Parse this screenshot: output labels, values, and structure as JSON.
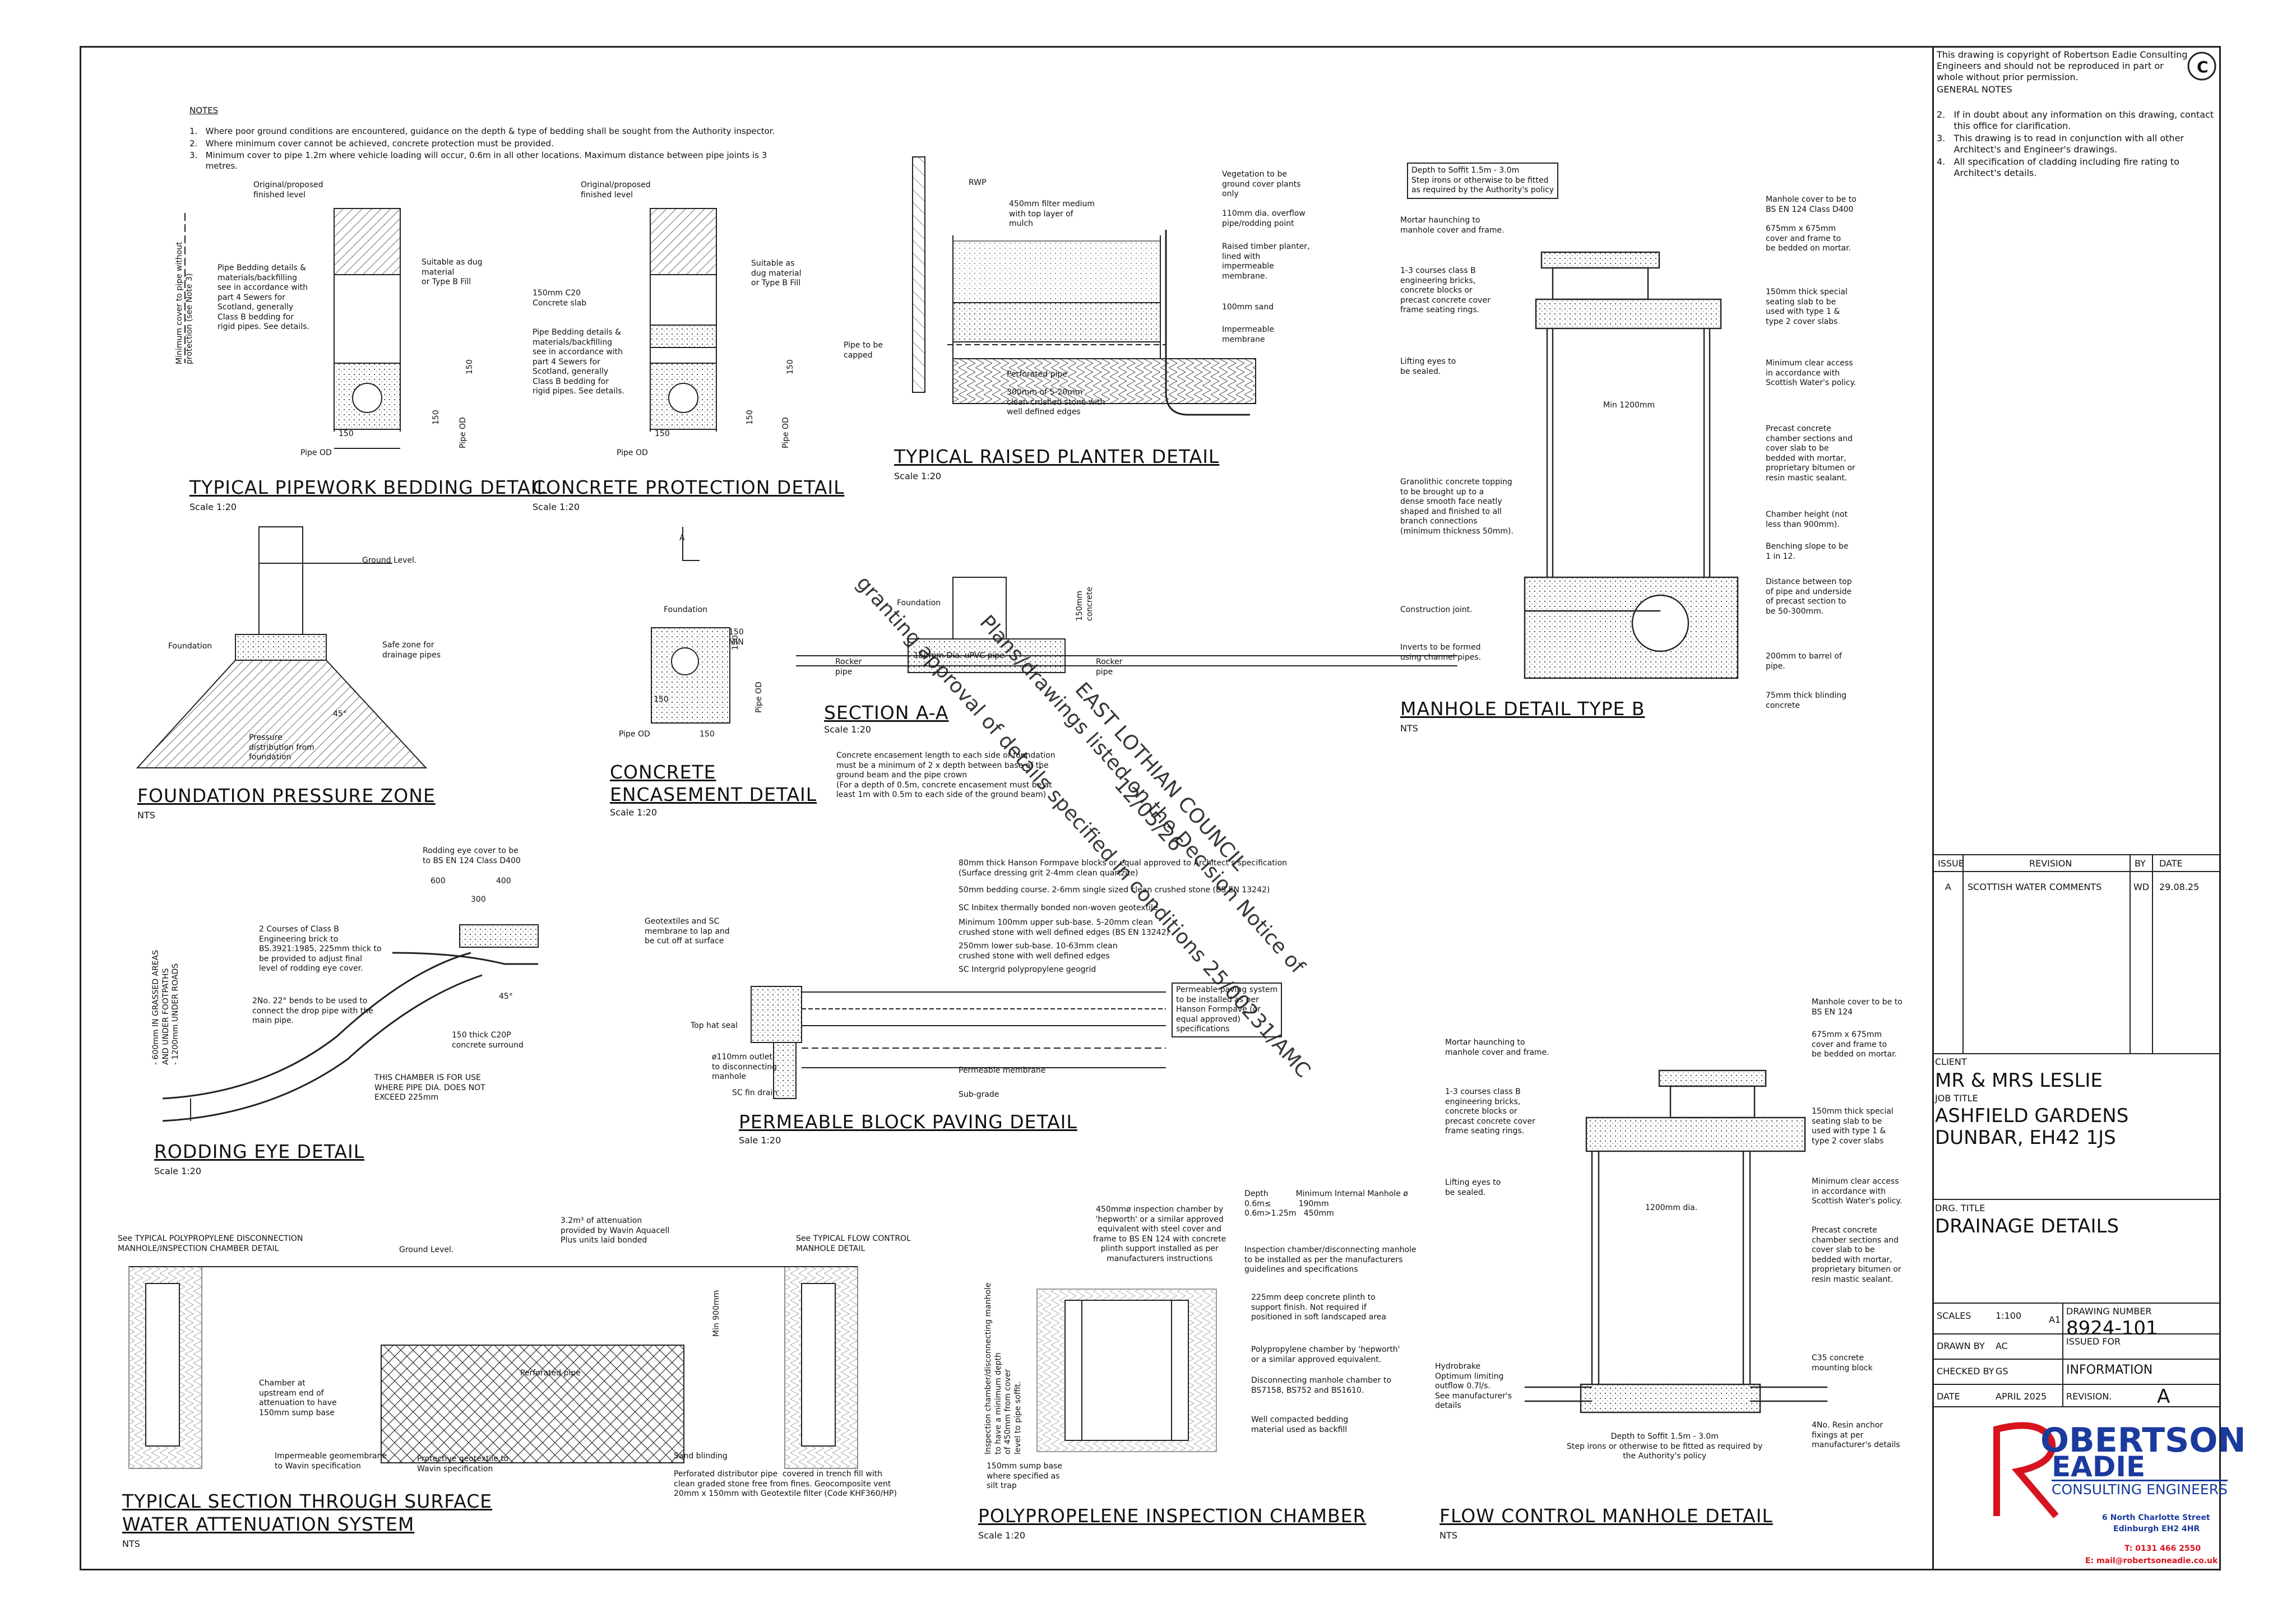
{
  "copyright": "This drawing is copyright of Robertson Eadie Consulting\nEngineers and should not be reproduced in part or\nwhole without prior permission.",
  "general_notes": {
    "title": "GENERAL NOTES",
    "items": [
      "2.   If in doubt about any information on this drawing, contact\n      this office for clarification.",
      "3.   This drawing is to read in conjunction with all other\n      Architect's and Engineer's drawings.",
      "4.   All specification of cladding including fire rating to\n      Architect's details."
    ]
  },
  "notes": {
    "title": "NOTES",
    "items": [
      "1.   Where poor ground conditions are encountered, guidance on the depth & type of bedding shall be sought from the Authority inspector.",
      "2.   Where minimum cover cannot be achieved, concrete protection must be provided.",
      "3.   Minimum cover to pipe 1.2m where vehicle loading will occur, 0.6m in all other locations. Maximum distance between pipe joints is 3\n      metres."
    ]
  },
  "details": {
    "pipework": {
      "title": "TYPICAL PIPEWORK BEDDING DETAIL",
      "scale": "Scale 1:20",
      "lbl_level": "Original/proposed\nfinished level",
      "lbl_cover": "Minimum cover to pipe without\nprotection (see Note 3)",
      "lbl_dug": "Suitable as dug\nmaterial\nor Type B Fill",
      "lbl_bedding": "Pipe Bedding details &\nmaterials/backfilling\nsee in accordance with\npart 4 Sewers for\nScotland, generally\nClass B bedding for\nrigid pipes. See details.",
      "d150a": "150",
      "d150b": "150",
      "d150c": "150",
      "pipe_od": "Pipe OD",
      "pipe_od_v": "Pipe OD"
    },
    "concrete_protection": {
      "title": "CONCRETE PROTECTION DETAIL",
      "scale": "Scale 1:20",
      "lbl_level": "Original/proposed\nfinished level",
      "lbl_dug": "Suitable as\ndug material\nor Type B Fill",
      "lbl_slab": "150mm C20\nConcrete slab",
      "lbl_bedding": "Pipe Bedding details &\nmaterials/backfilling\nsee in accordance with\npart 4 Sewers for\nScotland, generally\nClass B bedding for\nrigid pipes. See details.",
      "d150a": "150",
      "d150b": "150",
      "d150c": "150",
      "pipe_od": "Pipe OD",
      "pipe_od_v": "Pipe OD"
    },
    "planter": {
      "title": "TYPICAL RAISED PLANTER DETAIL",
      "scale": "Scale 1:20",
      "rwp": "RWP",
      "lbl_filter": "450mm filter medium\nwith top layer of\nmulch",
      "lbl_veg": "Vegetation to be\nground cover plants\nonly",
      "lbl_overflow": "110mm dia. overflow\npipe/rodding point",
      "lbl_timber": "Raised timber planter,\nlined with\nimpermeable\nmembrane.",
      "lbl_sand": "100mm sand",
      "lbl_membrane": "Impermeable\nmembrane",
      "lbl_capped": "Pipe to be\ncapped",
      "lbl_perf": "Perforated pipe",
      "lbl_stone": "300mm of 5-20mm\nclean crushed stone with\nwell defined edges"
    },
    "manhole_b": {
      "title": "MANHOLE DETAIL TYPE B",
      "scale": "NTS",
      "depth": "Depth to Soffit 1.5m - 3.0m\nStep irons or otherwise to be fitted\nas required by the Authority's policy",
      "l1": "Mortar haunching to\nmanhole cover and frame.",
      "l2": "1-3 courses class B\nengineering bricks,\nconcrete blocks or\nprecast concrete cover\nframe seating rings.",
      "l3": "Lifting eyes to\nbe sealed.",
      "l4": "Granolithic concrete topping\nto be brought up to a\ndense smooth face neatly\nshaped and finished to all\nbranch connections\n(minimum thickness 50mm).",
      "l5": "Construction joint.",
      "l6": "Inverts to be formed\nusing channel pipes.",
      "min": "Min 1200mm",
      "r1": "Manhole cover to be to\nBS EN 124 Class D400",
      "r2": "675mm x 675mm\ncover and frame to\nbe bedded on mortar.",
      "r3": "150mm thick special\nseating slab to be\nused with type 1 &\ntype 2 cover slabs",
      "r4": "Minimum clear access\nin accordance with\nScottish Water's policy.",
      "r5": "Precast concrete\nchamber sections and\ncover slab to be\nbedded with mortar,\nproprietary bitumen or\nresin mastic sealant.",
      "r6": "Chamber height (not\nless than 900mm).",
      "r7": "Benching slope to be\n1 in 12.",
      "r8": "Distance between top\nof pipe and underside\nof precast section to\nbe 50-300mm.",
      "r9": "200mm to barrel of\npipe.",
      "r10": "75mm thick blinding\nconcrete"
    },
    "foundation": {
      "title": "FOUNDATION PRESSURE ZONE",
      "scale": "NTS",
      "ground": "Ground Level.",
      "foundation": "Foundation",
      "safe": "Safe zone for\ndrainage pipes",
      "pressure": "Pressure\ndistribution from\nfoundation",
      "angle": "45°"
    },
    "encasement": {
      "title": "CONCRETE\nENCASEMENT DETAIL",
      "scale": "Scale 1:20",
      "foundation": "Foundation",
      "a": "A",
      "d150": "150",
      "d150b": "150",
      "d150c": "150",
      "dmin": "150\nMIN",
      "pipe_od": "Pipe OD",
      "pipe_od_v": "Pipe OD"
    },
    "section_aa": {
      "title": "SECTION A-A",
      "scale": "Scale 1:20",
      "foundation": "Foundation",
      "pipe": "150mm Dia. uPVC pipe",
      "rocker_l": "Rocker\npipe",
      "rocker_r": "Rocker\npipe",
      "concrete": "150mm\nconcrete",
      "note": "Concrete encasement length to each side of foundation\nmust be a minimum of 2 x depth between base of the\nground beam and the pipe crown\n(For a depth of 0.5m, concrete encasement must be at\nleast 1m with 0.5m to each side of the ground beam)"
    },
    "rodding": {
      "title": "RODDING EYE DETAIL",
      "scale": "Scale 1:20",
      "cover": "Rodding eye cover to be\nto BS EN 124 Class D400",
      "d600": "600",
      "d400": "400",
      "d300": "300",
      "bricks": "2 Courses of Class B\nEngineering brick to\nBS.3921:1985, 225mm thick to\nbe provided to adjust final\nlevel of rodding eye cover.",
      "bends": "2No. 22° bends to be used to\nconnect the drop pipe with the\nmain pipe.",
      "surround": "150 thick C20P\nconcrete surround",
      "vertical": "- 600mm IN GRASSED AREAS\nAND UNDER FOOTPATHS\n- 1200mm UNDER ROADS",
      "note": "THIS CHAMBER IS FOR USE\nWHERE PIPE DIA. DOES NOT\nEXCEED 225mm",
      "angle": "45°"
    },
    "paving": {
      "title": "PERMEABLE BLOCK PAVING DETAIL",
      "scale": "Sale 1:20",
      "l1": "80mm thick Hanson Formpave blocks or equal approved to Architect's specification\n(Surface dressing grit 2-4mm clean quartzite)",
      "l2": "50mm bedding course. 2-6mm single sized clean crushed stone (BS EN 13242)",
      "l3": "SC Inbitex thermally bonded non-woven geotextile",
      "l4": "Minimum 100mm upper sub-base. 5-20mm clean\ncrushed stone with well defined edges (BS EN 13242)",
      "l5": "250mm lower sub-base. 10-63mm clean\ncrushed stone with well defined edges",
      "l6": "SC Intergrid polypropylene geogrid",
      "geo": "Geotextiles and SC\nmembrane to lap and\nbe cut off at surface",
      "tophat": "Top hat seal",
      "outlet": "ø110mm outlet\nto disconnecting\nmanhole",
      "fin": "SC fin drain",
      "membrane": "Permeable membrane",
      "subgrade": "Sub-grade",
      "box": "Permeable paving system\nto be installed as per\nHanson Formpave (or\nequal approved)\nspecifications"
    },
    "manhole_flow": {
      "title": "FLOW CONTROL MANHOLE DETAIL",
      "scale": "NTS",
      "l1": "Mortar haunching to\nmanhole cover and frame.",
      "l2": "1-3 courses class B\nengineering bricks,\nconcrete blocks or\nprecast concrete cover\nframe seating rings.",
      "l3": "Lifting eyes to\nbe sealed.",
      "l4": "Hydrobrake\nOptimum limiting\noutflow 0.7l/s.\nSee manufacturer's\ndetails",
      "dia": "1200mm dia.",
      "r1": "Manhole cover to be to\nBS EN 124",
      "r2": "675mm x 675mm\ncover and frame to\nbe bedded on mortar.",
      "r3": "150mm thick special\nseating slab to be\nused with type 1 &\ntype 2 cover slabs",
      "r4": "Minimum clear access\nin accordance with\nScottish Water's policy.",
      "r5": "Precast concrete\nchamber sections and\ncover slab to be\nbedded with mortar,\nproprietary bitumen or\nresin mastic sealant.",
      "r6": "C35 concrete\nmounting block",
      "r7": "4No. Resin anchor\nfixings at per\nmanufacturer's details",
      "depth": "Depth to Soffit 1.5m - 3.0m\nStep irons or otherwise to be fitted as required by\nthe Authority's policy"
    },
    "attenuation": {
      "title": "TYPICAL SECTION THROUGH SURFACE\nWATER ATTENUATION SYSTEM",
      "scale": "NTS",
      "see1": "See TYPICAL POLYPROPYLENE DISCONNECTION\nMANHOLE/INSPECTION CHAMBER DETAIL",
      "see2": "See TYPICAL FLOW CONTROL\nMANHOLE DETAIL",
      "ground": "Ground Level.",
      "att": "3.2m³ of attenuation\nprovided by Wavin Aquacell\nPlus units laid bonded",
      "min": "Min 900mm",
      "perf": "Perforated pipe",
      "chamber": "Chamber at\nupstream end of\nattenuation to have\n150mm sump base",
      "geomembrane": "Impermeable geomembrane\nto Wavin specification",
      "geotextile": "Protective geotextile to\nWavin specification",
      "sand": "Sand blinding",
      "dist": "Perforated distributor pipe  covered in trench fill with\nclean graded stone free from fines. Geocomposite vent\n20mm x 150mm with Geotextile filter (Code KHF360/HP)"
    },
    "poly": {
      "title": "POLYPROPELENE INSPECTION CHAMBER",
      "scale": "Scale 1:20",
      "top": "450mmø inspection chamber by\n'hepworth' or a similar approved\nequivalent with steel cover and\nframe to BS EN 124 with concrete\nplinth support installed as per\nmanufacturers instructions",
      "table": "Depth           Minimum Internal Manhole ø\n0.6m≤           190mm\n0.6m>1.25m   450mm",
      "install": "Inspection chamber/disconnecting manhole\nto be installed as per the manufacturers\nguidelines and specifications",
      "r1": "225mm deep concrete plinth to\nsupport finish. Not required if\npositioned in soft landscaped area",
      "r2": "Polypropylene chamber by 'hepworth'\nor a similar approved equivalent.",
      "r3": "Disconnecting manhole chamber to\nBS7158, BS752 and BS1610.",
      "r4": "Well compacted bedding\nmaterial used as backfill",
      "vert": "Inspection chamber/disconnecting manhole\nto have a minimum depth\nof 450mm from cover\nlevel to pipe soffit.",
      "sump": "150mm sump base\nwhere specified as\nsilt trap"
    }
  },
  "watermark": [
    "EAST LOTHIAN COUNCIL",
    "Plans/drawings listed on the Decision Notice of",
    "12/05/26",
    "granting approval of details specified in conditions 25/00231/AMC"
  ],
  "revisions": {
    "headers": [
      "ISSUE",
      "REVISION",
      "BY",
      "DATE"
    ],
    "rows": [
      [
        "A",
        "SCOTTISH WATER COMMENTS",
        "WD",
        "29.08.25"
      ]
    ]
  },
  "titleblock": {
    "client_label": "CLIENT",
    "client": "MR & MRS LESLIE",
    "job_label": "JOB TITLE",
    "job": "ASHFIELD GARDENS\nDUNBAR, EH42 1JS",
    "drg_label": "DRG. TITLE",
    "drg": "DRAINAGE DETAILS",
    "scales_label": "SCALES",
    "scales": "1:100",
    "size": "A1",
    "drawing_no_label": "DRAWING NUMBER",
    "drawing_no": "8924-101",
    "drawn_label": "DRAWN BY",
    "drawn": "AC",
    "issued_label": "ISSUED FOR",
    "issued": "INFORMATION",
    "checked_label": "CHECKED BY",
    "checked": "GS",
    "date_label": "DATE",
    "date": "APRIL 2025",
    "revision_label": "REVISION.",
    "revision": "A"
  },
  "company": {
    "name1": "OBERTSON",
    "name2": "EADIE",
    "sub": "CONSULTING ENGINEERS",
    "addr1": "6 North Charlotte Street",
    "addr2": "Edinburgh EH2 4HR",
    "tel": "T: 0131 466 2550",
    "email": "E: mail@robertsoneadie.co.uk",
    "brand_red": "#d7141e",
    "brand_blue": "#1a3a9e"
  }
}
